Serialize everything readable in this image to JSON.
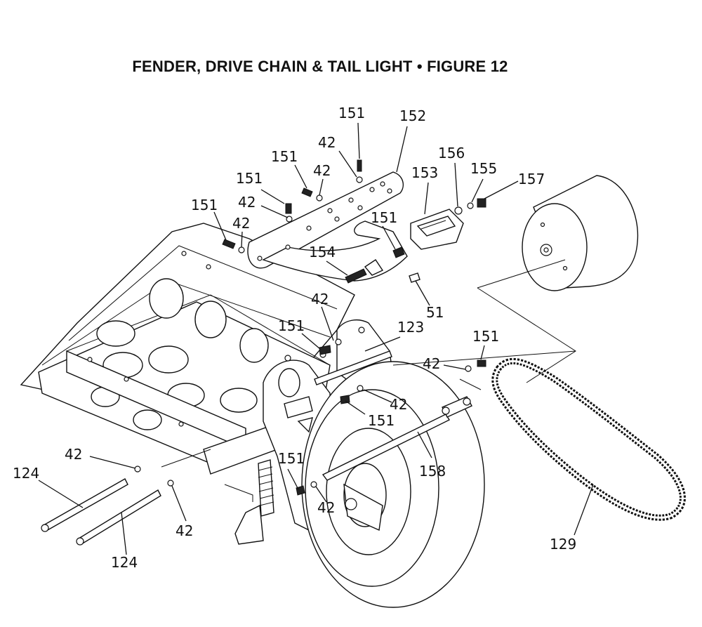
{
  "title": "FENDER, DRIVE CHAIN & TAIL LIGHT  •  FIGURE 12",
  "labels": [
    "151",
    "152",
    "42",
    "151",
    "42",
    "156",
    "153",
    "155",
    "157",
    "151",
    "42",
    "151",
    "42",
    "151",
    "154",
    "42",
    "51",
    "151",
    "123",
    "151",
    "42",
    "42",
    "151",
    "42",
    "151",
    "158",
    "124",
    "42",
    "42",
    "129",
    "124"
  ]
}
